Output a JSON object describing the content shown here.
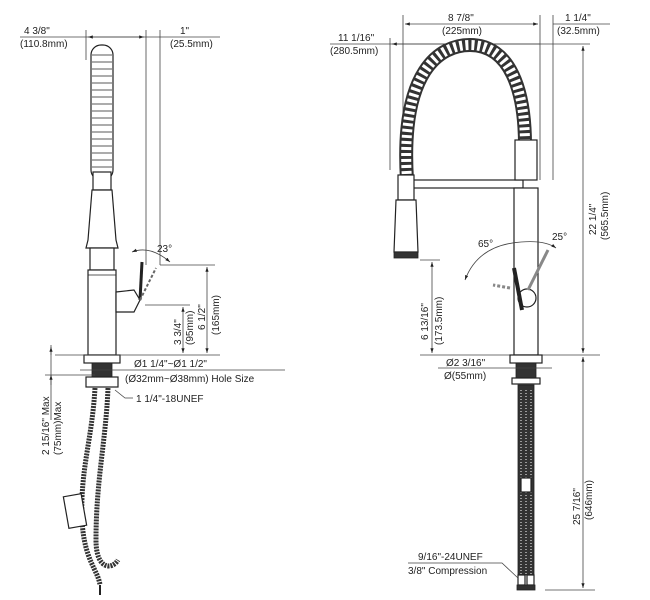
{
  "side_view": {
    "width_total": "4 3/8\"",
    "width_total_mm": "(110.8mm)",
    "offset": "1\"",
    "offset_mm": "(25.5mm)",
    "handle_angle": "23°",
    "spout_height": "6 1/2\"",
    "spout_height_mm": "(165mm)",
    "handle_height": "3 3/4\"",
    "handle_height_mm": "(95mm)",
    "hole_size": "Ø1 1/4\"~Ø1 1/2\"",
    "hole_size_mm": "(Ø32mm~Ø38mm) Hole Size",
    "thread": "1 1/4\"-18UNEF",
    "deck_max": "2 15/16\" Max",
    "deck_max_mm": "(75mm)Max"
  },
  "front_view": {
    "spout_reach": "8 7/8\"",
    "spout_reach_mm": "(225mm)",
    "right_offset": "1 1/4\"",
    "right_offset_mm": "(32.5mm)",
    "overall_reach": "11 1/16\"",
    "overall_reach_mm": "(280.5mm)",
    "total_height": "22 1/4\"",
    "total_height_mm": "(565.5mm)",
    "angle_left": "65°",
    "angle_right": "25°",
    "sprayer_height": "6 13/16\"",
    "sprayer_height_mm": "(173.5mm)",
    "base_diameter": "Ø2 3/16\"",
    "base_diameter_mm": "Ø(55mm)",
    "hose_length": "25 7/16\"",
    "hose_length_mm": "(646mm)",
    "connection_thread": "9/16\"-24UNEF",
    "connection_type": "3/8\" Compression"
  }
}
